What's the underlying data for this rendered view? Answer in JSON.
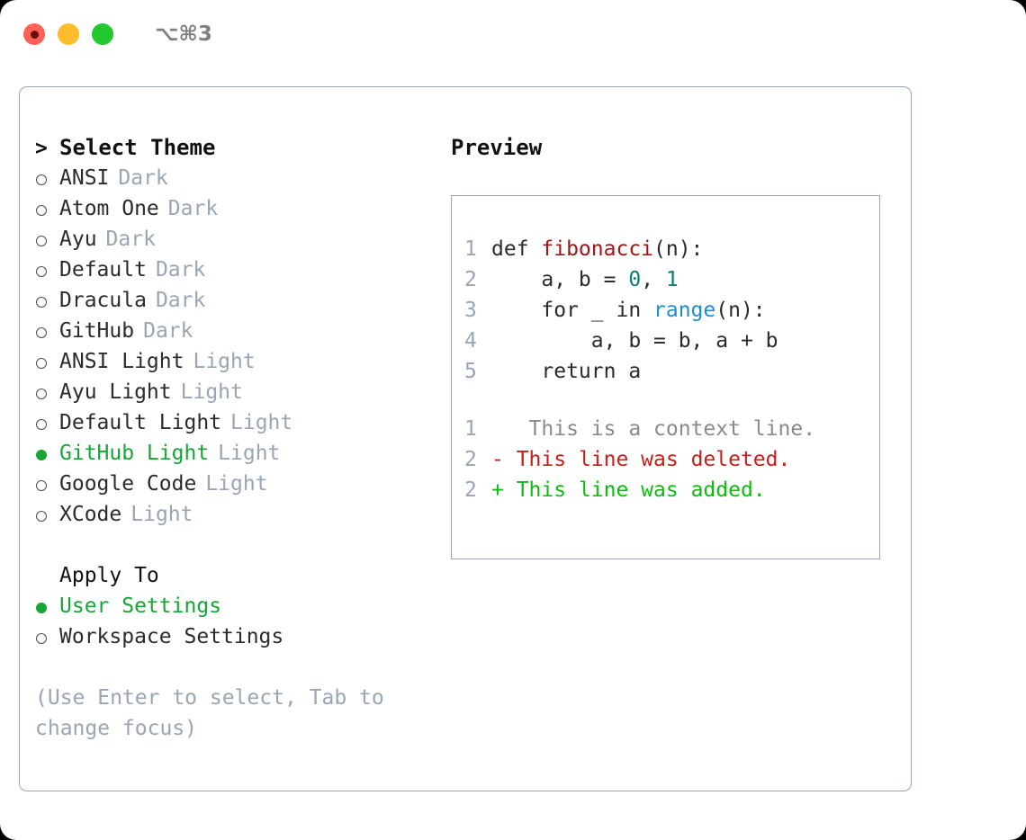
{
  "window": {
    "title": "⌥⌘3",
    "traffic_lights": [
      {
        "name": "close-button",
        "color": "#ff6159"
      },
      {
        "name": "minimize-button",
        "color": "#ffbd2e"
      },
      {
        "name": "maximize-button",
        "color": "#23c831"
      }
    ]
  },
  "theme_list": {
    "header": "Select Theme",
    "caret": ">",
    "items": [
      {
        "label": "ANSI",
        "variant": "Dark",
        "selected": false,
        "marker": "○"
      },
      {
        "label": "Atom One",
        "variant": "Dark",
        "selected": false,
        "marker": "○"
      },
      {
        "label": "Ayu",
        "variant": "Dark",
        "selected": false,
        "marker": "○"
      },
      {
        "label": "Default",
        "variant": "Dark",
        "selected": false,
        "marker": "○"
      },
      {
        "label": "Dracula",
        "variant": "Dark",
        "selected": false,
        "marker": "○"
      },
      {
        "label": "GitHub",
        "variant": "Dark",
        "selected": false,
        "marker": "○"
      },
      {
        "label": "ANSI Light",
        "variant": "Light",
        "selected": false,
        "marker": "○"
      },
      {
        "label": "Ayu Light",
        "variant": "Light",
        "selected": false,
        "marker": "○"
      },
      {
        "label": "Default Light",
        "variant": "Light",
        "selected": false,
        "marker": "○"
      },
      {
        "label": "GitHub Light",
        "variant": "Light",
        "selected": true,
        "marker": "●"
      },
      {
        "label": "Google Code",
        "variant": "Light",
        "selected": false,
        "marker": "○"
      },
      {
        "label": "XCode",
        "variant": "Light",
        "selected": false,
        "marker": "○"
      }
    ]
  },
  "apply_to": {
    "header": "Apply To",
    "options": [
      {
        "label": "User Settings",
        "selected": true,
        "marker": "●"
      },
      {
        "label": "Workspace Settings",
        "selected": false,
        "marker": "○"
      }
    ]
  },
  "hint": "(Use Enter to select, Tab to change focus)",
  "preview": {
    "title": "Preview",
    "code_lines": [
      {
        "num": "1",
        "tokens": [
          {
            "t": "def ",
            "c": "plain"
          },
          {
            "t": "fibonacci",
            "c": "fn"
          },
          {
            "t": "(n):",
            "c": "plain"
          }
        ]
      },
      {
        "num": "2",
        "tokens": [
          {
            "t": "    a, b = ",
            "c": "plain"
          },
          {
            "t": "0",
            "c": "num"
          },
          {
            "t": ", ",
            "c": "plain"
          },
          {
            "t": "1",
            "c": "num"
          }
        ]
      },
      {
        "num": "3",
        "tokens": [
          {
            "t": "    for _ in ",
            "c": "plain"
          },
          {
            "t": "range",
            "c": "call"
          },
          {
            "t": "(n):",
            "c": "plain"
          }
        ]
      },
      {
        "num": "4",
        "tokens": [
          {
            "t": "        a, b = b, a + b",
            "c": "plain"
          }
        ]
      },
      {
        "num": "5",
        "tokens": [
          {
            "t": "    return a",
            "c": "plain"
          }
        ]
      }
    ],
    "diff_lines": [
      {
        "num": "1",
        "sign": " ",
        "text": "  This is a context line.",
        "kind": "ctx"
      },
      {
        "num": "2",
        "sign": "-",
        "text": " This line was deleted.",
        "kind": "del"
      },
      {
        "num": "2",
        "sign": "+",
        "text": " This line was added.",
        "kind": "add"
      }
    ]
  },
  "colors": {
    "selected_green": "#16a634",
    "muted": "#9aa5b4",
    "border": "#9aa5b4",
    "function_red": "#a3151b",
    "number_teal": "#0e7c73",
    "call_blue": "#1a8fd1",
    "diff_delete": "#c5201a",
    "diff_add": "#11bb11",
    "diff_context": "#8a8a8a"
  }
}
